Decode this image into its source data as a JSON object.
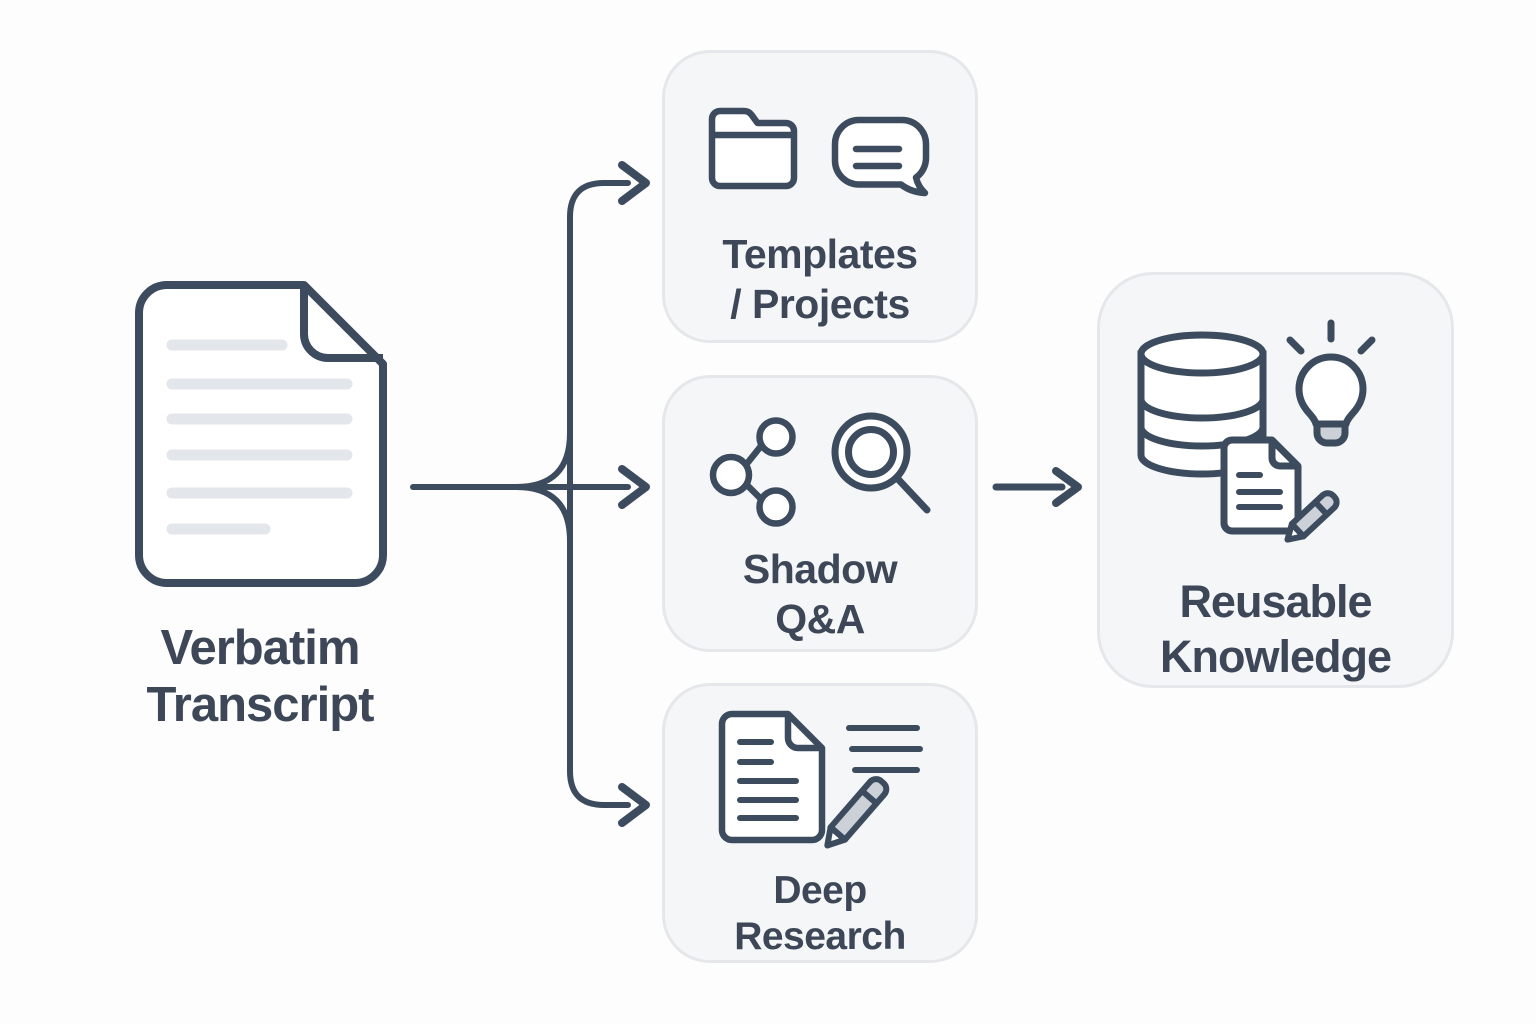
{
  "diagram_title": "Verbatim transcript to reusable knowledge flow",
  "colors": {
    "background": "#fdfdfd",
    "stroke": "#3c4c5e",
    "text": "#3d4757",
    "box_fill": "#f5f6f7",
    "box_border": "#e5e7ea",
    "muted_line": "#e3e6ea",
    "soft_gray_fill": "#ccd1d7"
  },
  "diagram": {
    "source": {
      "label": "Verbatim\nTranscript",
      "icon": "document-icon"
    },
    "branches": [
      {
        "label": "Templates\n/ Projects",
        "icons": [
          "folder-icon",
          "chat-bubble-icon"
        ]
      },
      {
        "label": "Shadow\nQ&A",
        "icons": [
          "share-icon",
          "search-icon"
        ]
      },
      {
        "label": "Deep\nResearch",
        "icons": [
          "document-edit-icon",
          "pencil-icon"
        ]
      }
    ],
    "result": {
      "label": "Reusable\nKnowledge",
      "icons": [
        "database-icon",
        "lightbulb-icon",
        "note-edit-icon",
        "pencil-icon"
      ]
    },
    "flows": [
      "Verbatim Transcript → Templates / Projects",
      "Verbatim Transcript → Shadow Q&A",
      "Verbatim Transcript → Deep Research",
      "Shadow Q&A → Reusable Knowledge"
    ]
  }
}
